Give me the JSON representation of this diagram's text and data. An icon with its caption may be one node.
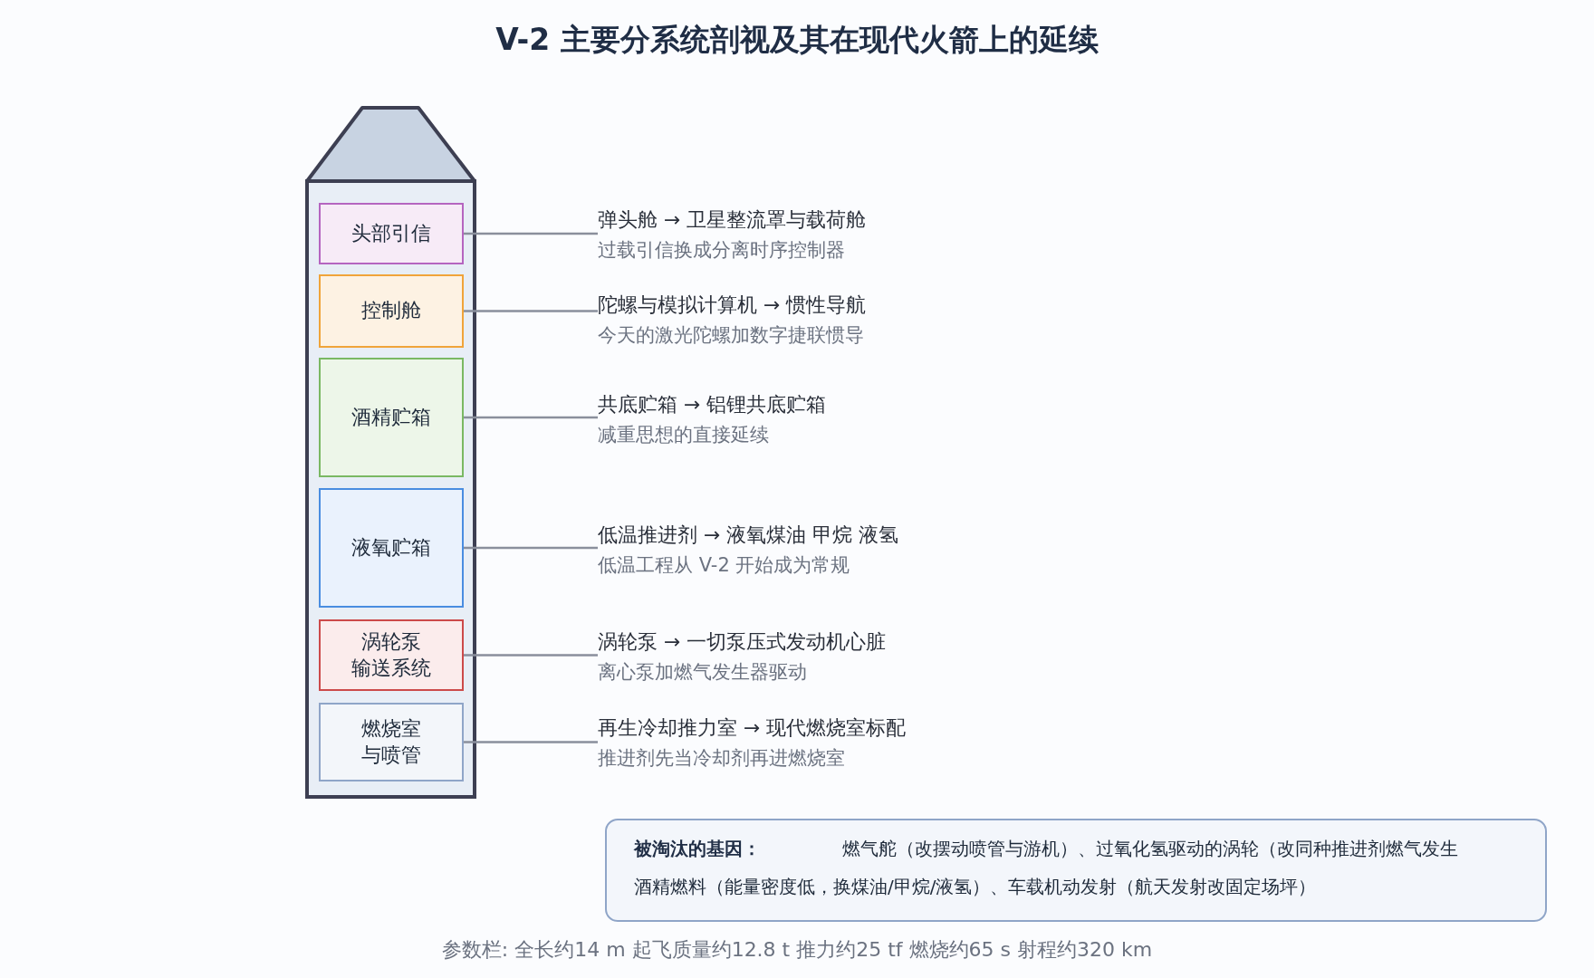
{
  "diagram": {
    "title": "V-2 主要分系统剖视及其在现代火箭上的延续",
    "nodes": [
      {
        "text": [
          "头部引信"
        ]
      },
      {
        "text": [
          "控制舱"
        ]
      },
      {
        "text": [
          "酒精贮箱"
        ]
      },
      {
        "text": [
          "液氧贮箱"
        ]
      },
      {
        "text": [
          "涡轮泵输送系统"
        ]
      },
      {
        "text": [
          "燃烧室与喷管"
        ]
      },
      {
        "text": [
          "弹头舱 → 卫星整流罩与载荷舱",
          "过载引信换成分离时序控制器"
        ]
      },
      {
        "text": [
          "陀螺与模拟计算机 → 惯性导航",
          "今天的激光陀螺加数字捷联惯导"
        ]
      },
      {
        "text": [
          "共底贮箱 → 铝锂共底贮箱",
          "减重思想的直接延续"
        ]
      },
      {
        "text": [
          "低温推进剂 → 液氧煤油 甲烷 液氢",
          "低温工程从 V-2 开始成为常规"
        ]
      },
      {
        "text": [
          "涡轮泵 → 一切泵压式发动机心脏",
          "离心泵加燃气发生器驱动"
        ]
      },
      {
        "text": [
          "再生冷却推力室 → 现代燃烧室标配",
          "推进剂先当冷却剂再进燃烧室"
        ]
      },
      {
        "text": [
          "被淘汰的基因：",
          "燃气舵（改摆动喷管与游机）、过氧化氢驱动的涡轮（改同种推进剂燃气发生",
          "酒精燃料（能量密度低，换煤油/甲烷/液氢）、车载机动发射（航天发射改固定场坪）"
        ]
      }
    ],
    "edges": [
      {
        "from": 0,
        "to": 6,
        "arrow": "none"
      },
      {
        "from": 1,
        "to": 7,
        "arrow": "none"
      },
      {
        "from": 2,
        "to": 8,
        "arrow": "none"
      },
      {
        "from": 3,
        "to": 9,
        "arrow": "none"
      },
      {
        "from": 4,
        "to": 10,
        "arrow": "none"
      },
      {
        "from": 5,
        "to": 11,
        "arrow": "none"
      }
    ],
    "labels": [
      "参数栏: 全长约14 m 起飞质量约12.8 t 推力约25 tf 燃烧约65 s 射程约320 km"
    ]
  }
}
